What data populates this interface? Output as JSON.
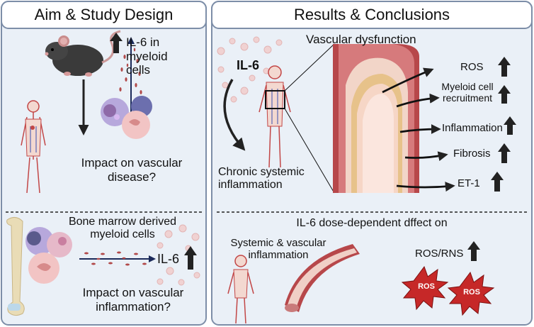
{
  "panels": {
    "left": {
      "title": "Aim & Study Design",
      "top": {
        "il6_myeloid": "IL-6 in\nmyeloid\ncells",
        "question": "Impact on vascular\ndisease?"
      },
      "bottom": {
        "bm_label": "Bone marrow derived\nmyeloid cells",
        "il6": "IL-6",
        "question": "Impact on vascular\ninflammation?"
      }
    },
    "right": {
      "title": "Results & Conclusions",
      "top": {
        "il6": "IL-6",
        "vascular_dysfunction": "Vascular dysfunction",
        "chronic": "Chronic systemic\ninflammation",
        "outcomes": [
          {
            "label": "ROS"
          },
          {
            "label": "Myeloid cell\nrecruitment"
          },
          {
            "label": "Inflammation"
          },
          {
            "label": "Fibrosis"
          },
          {
            "label": "ET-1"
          }
        ]
      },
      "bottom": {
        "heading": "IL-6 dose-dependent dffect on",
        "systemic": "Systemic & vascular\ninflammation",
        "ros_rns": "ROS/RNS",
        "ros_badge": "ROS"
      }
    }
  },
  "colors": {
    "panel_bg": "#eaf0f7",
    "border": "#7d8ea8",
    "header_bg": "#ffffff",
    "arrow": "#222222",
    "vessel_red": "#b8484b",
    "ros_red": "#c62828"
  }
}
